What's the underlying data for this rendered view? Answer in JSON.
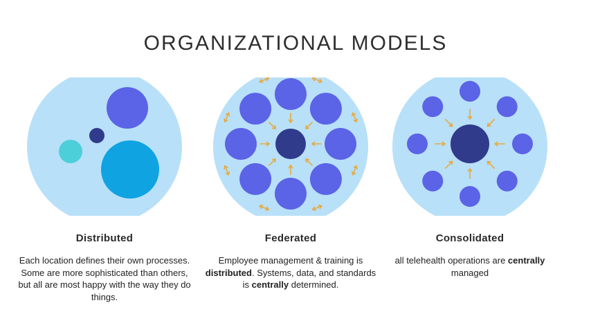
{
  "title": "ORGANIZATIONAL MODELS",
  "colors": {
    "bg_circle": "#b8e0f8",
    "node": "#5b63e6",
    "core": "#303b8c",
    "teal": "#4dcfd9",
    "blue": "#0fa3e2",
    "arrow": "#e8a93a"
  },
  "models": [
    {
      "heading": "Distributed",
      "description_parts": [
        {
          "text": "Each location defines their own processes. Some are more sophisticated than others, but all are most happy with the way they do things.",
          "bold": false
        }
      ]
    },
    {
      "heading": "Federated",
      "description_parts": [
        {
          "text": "Employee management & training is ",
          "bold": false
        },
        {
          "text": "distributed",
          "bold": true
        },
        {
          "text": ". Systems, data, and standards is ",
          "bold": false
        },
        {
          "text": "centrally",
          "bold": true
        },
        {
          "text": " determined.",
          "bold": false
        }
      ]
    },
    {
      "heading": "Consolidated",
      "description_parts": [
        {
          "text": "all telehealth operations are ",
          "bold": false
        },
        {
          "text": "centrally",
          "bold": true
        },
        {
          "text": " managed",
          "bold": false
        }
      ]
    }
  ]
}
